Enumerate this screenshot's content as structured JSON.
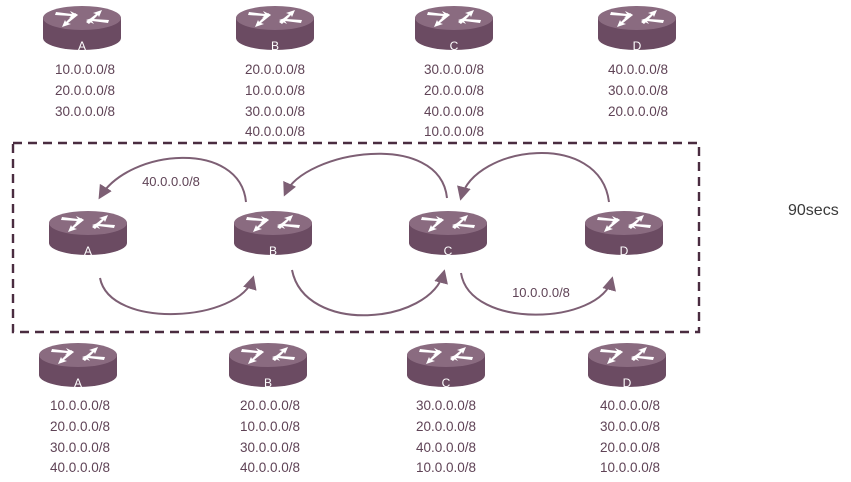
{
  "colors": {
    "router_top": "#8a6b80",
    "router_body": "#6b4b62",
    "router_arrow": "#ffffff",
    "connector": "#7d5f74",
    "dashed_box": "#4a2c40",
    "text": "#5f4356"
  },
  "icon": "router-icon",
  "timer": "90secs",
  "top_row": [
    {
      "router": "A",
      "routes": [
        "10.0.0.0/8",
        "20.0.0.0/8",
        "30.0.0.0/8"
      ]
    },
    {
      "router": "B",
      "routes": [
        "20.0.0.0/8",
        "10.0.0.0/8",
        "30.0.0.0/8",
        "40.0.0.0/8"
      ]
    },
    {
      "router": "C",
      "routes": [
        "30.0.0.0/8",
        "20.0.0.0/8",
        "40.0.0.0/8",
        "10.0.0.0/8"
      ]
    },
    {
      "router": "D",
      "routes": [
        "40.0.0.0/8",
        "30.0.0.0/8",
        "20.0.0.0/8"
      ]
    }
  ],
  "middle_row": [
    {
      "router": "A"
    },
    {
      "router": "B"
    },
    {
      "router": "C"
    },
    {
      "router": "D"
    }
  ],
  "middle_labels": {
    "b_to_a": "40.0.0.0/8",
    "c_to_d": "10.0.0.0/8"
  },
  "bottom_row": [
    {
      "router": "A",
      "routes": [
        "10.0.0.0/8",
        "20.0.0.0/8",
        "30.0.0.0/8",
        "40.0.0.0/8"
      ]
    },
    {
      "router": "B",
      "routes": [
        "20.0.0.0/8",
        "10.0.0.0/8",
        "30.0.0.0/8",
        "40.0.0.0/8"
      ]
    },
    {
      "router": "C",
      "routes": [
        "30.0.0.0/8",
        "20.0.0.0/8",
        "40.0.0.0/8",
        "10.0.0.0/8"
      ]
    },
    {
      "router": "D",
      "routes": [
        "40.0.0.0/8",
        "30.0.0.0/8",
        "20.0.0.0/8",
        "10.0.0.0/8"
      ]
    }
  ]
}
